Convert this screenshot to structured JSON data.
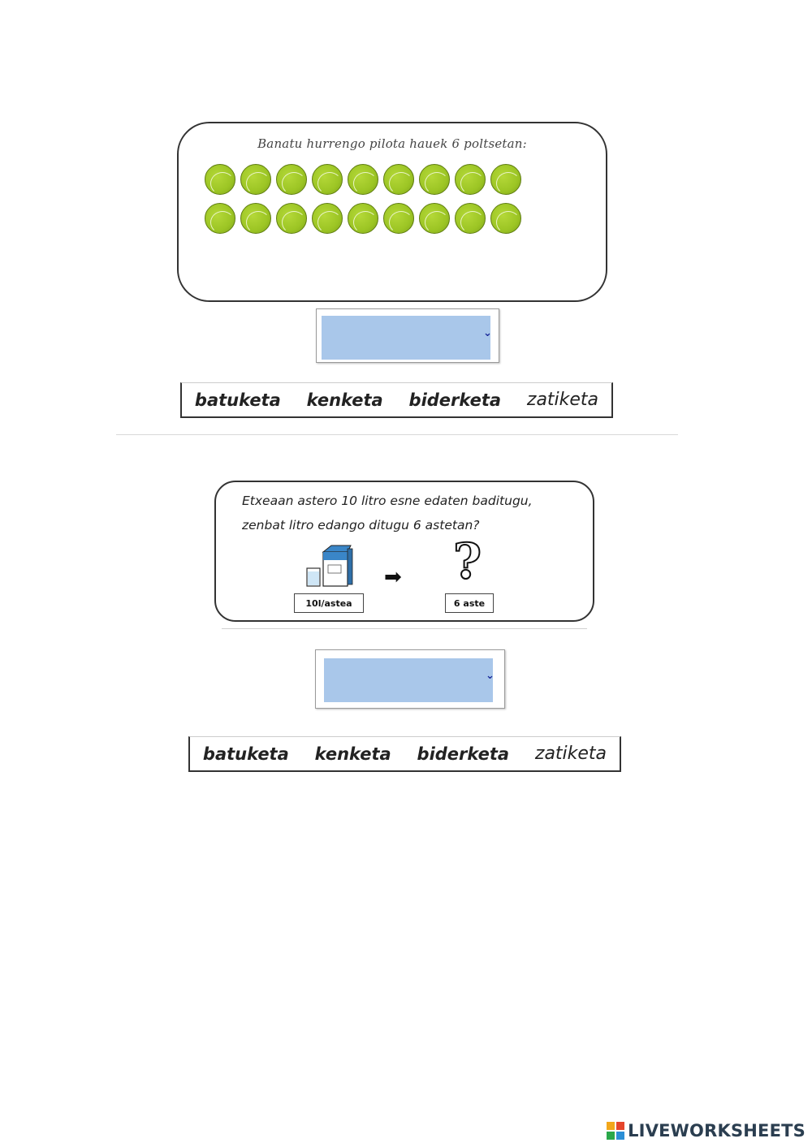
{
  "problem1": {
    "title": "Banatu hurrengo pilota hauek 6 poltsetan:",
    "balls_per_row": 9,
    "rows": 2,
    "dropdown": {
      "selected": ""
    },
    "operations": [
      "batuketa",
      "kenketa",
      "biderketa",
      "zatiketa"
    ]
  },
  "problem2": {
    "line1": "Etxeaan astero 10 litro esne edaten baditugu,",
    "line2": "zenbat litro edango ditugu 6 astetan?",
    "left_box": "10l/astea",
    "right_box": "6 aste",
    "arrow": "➡",
    "question_mark": "?",
    "dropdown": {
      "selected": ""
    },
    "operations": [
      "batuketa",
      "kenketa",
      "biderketa",
      "zatiketa"
    ]
  },
  "brand": {
    "name": "LIVEWORKSHEETS",
    "colors": [
      "#f2a71b",
      "#e5452b",
      "#2aa84a",
      "#2b8fd6"
    ]
  },
  "icons": {
    "dropdown_chevron": "chevron-down-icon",
    "ball": "tennis-ball-icon",
    "milk": "milk-carton-icon",
    "arrow": "right-arrow-icon",
    "question": "question-mark-icon"
  }
}
